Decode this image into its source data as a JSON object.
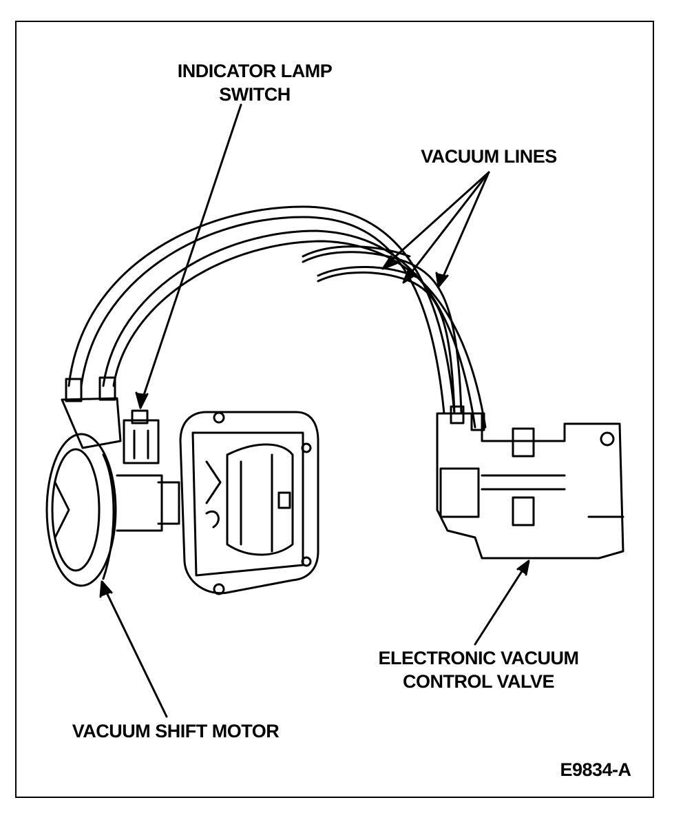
{
  "labels": {
    "indicator_lamp_switch": [
      "INDICATOR LAMP",
      "SWITCH"
    ],
    "vacuum_lines": "VACUUM LINES",
    "electronic_vacuum_control_valve": [
      "ELECTRONIC VACUUM",
      "CONTROL VALVE"
    ],
    "vacuum_shift_motor": "VACUUM SHIFT MOTOR"
  },
  "figure_id": "E9834-A",
  "colors": {
    "ink": "#000000",
    "paper": "#ffffff"
  }
}
